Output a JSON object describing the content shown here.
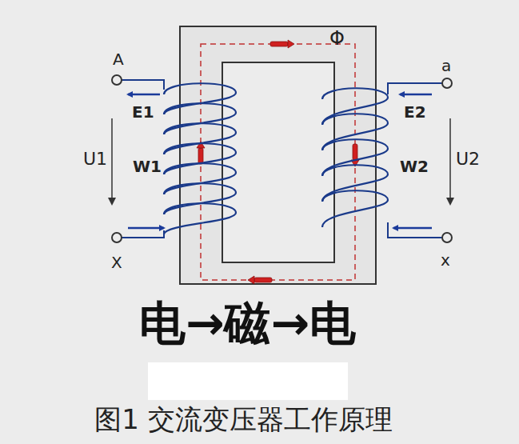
{
  "diagram": {
    "caption": "图1 交流变压器工作原理",
    "labels": [
      "A",
      "E1",
      "U1",
      "W1",
      "X",
      "a",
      "E2",
      "U2",
      "W2",
      "x",
      "Φ",
      "电→磁→电"
    ]
  }
}
